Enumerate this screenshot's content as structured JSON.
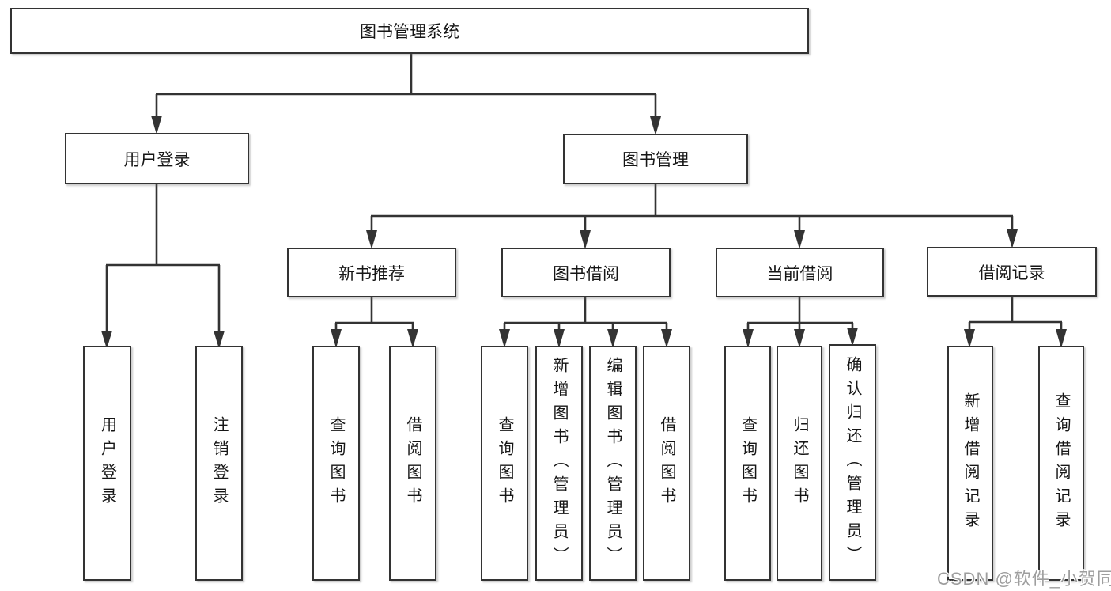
{
  "colors": {
    "line": "#333333",
    "text": "#161616",
    "background": "#ffffff",
    "watermark": "#9e9e9e"
  },
  "watermark": {
    "text": "CSDN @软件_小贺同学"
  },
  "tree": {
    "label": "图书管理系统",
    "children": [
      {
        "label": "用户登录",
        "children": [
          {
            "label": "用户登录"
          },
          {
            "label": "注销登录"
          }
        ]
      },
      {
        "label": "图书管理",
        "children": [
          {
            "label": "新书推荐",
            "children": [
              {
                "label": "查询图书"
              },
              {
                "label": "借阅图书"
              }
            ]
          },
          {
            "label": "图书借阅",
            "children": [
              {
                "label": "查询图书"
              },
              {
                "label": "新增图书（管理员）"
              },
              {
                "label": "编辑图书（管理员）"
              },
              {
                "label": "借阅图书"
              }
            ]
          },
          {
            "label": "当前借阅",
            "children": [
              {
                "label": "查询图书"
              },
              {
                "label": "归还图书"
              },
              {
                "label": "确认归还（管理员）"
              }
            ]
          },
          {
            "label": "借阅记录",
            "children": [
              {
                "label": "新增借阅记录"
              },
              {
                "label": "查询借阅记录"
              }
            ]
          }
        ]
      }
    ]
  }
}
